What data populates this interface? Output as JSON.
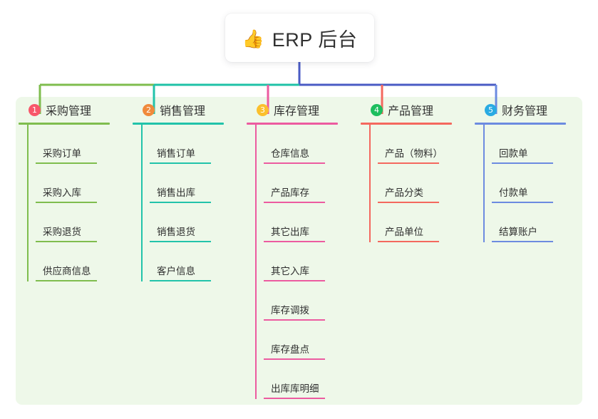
{
  "root": {
    "icon": "thumbs-up-icon",
    "emoji": "👍",
    "title": "ERP 后台"
  },
  "colors": {
    "panel_background": "#eef8e9",
    "page_background": "#ffffff",
    "root_card_background": "#ffffff",
    "trunk": "#4a5bc4",
    "bar_left": "#7fbd4e",
    "bar_mid": "#1fc2a7",
    "bar_right": "#4a5bc4"
  },
  "branches": [
    {
      "index": "1",
      "title": "采购管理",
      "badge_color": "#f8576a",
      "line_color": "#7fbd4e",
      "children": [
        {
          "label": "采购订单"
        },
        {
          "label": "采购入库"
        },
        {
          "label": "采购退货"
        },
        {
          "label": "供应商信息"
        }
      ]
    },
    {
      "index": "2",
      "title": "销售管理",
      "badge_color": "#f08a3c",
      "line_color": "#22c3aa",
      "children": [
        {
          "label": "销售订单"
        },
        {
          "label": "销售出库"
        },
        {
          "label": "销售退货"
        },
        {
          "label": "客户信息"
        }
      ]
    },
    {
      "index": "3",
      "title": "库存管理",
      "badge_color": "#fbc02d",
      "line_color": "#ec5ba0",
      "children": [
        {
          "label": "仓库信息"
        },
        {
          "label": "产品库存"
        },
        {
          "label": "其它出库"
        },
        {
          "label": "其它入库"
        },
        {
          "label": "库存调拨"
        },
        {
          "label": "库存盘点"
        },
        {
          "label": "出库库明细"
        }
      ]
    },
    {
      "index": "4",
      "title": "产品管理",
      "badge_color": "#1dbe5e",
      "line_color": "#f4685e",
      "children": [
        {
          "label": "产品（物料）"
        },
        {
          "label": "产品分类"
        },
        {
          "label": "产品单位"
        }
      ]
    },
    {
      "index": "5",
      "title": "财务管理",
      "badge_color": "#29abe2",
      "line_color": "#6c8be0",
      "children": [
        {
          "label": "回款单"
        },
        {
          "label": "付款单"
        },
        {
          "label": "结算账户"
        }
      ]
    }
  ]
}
